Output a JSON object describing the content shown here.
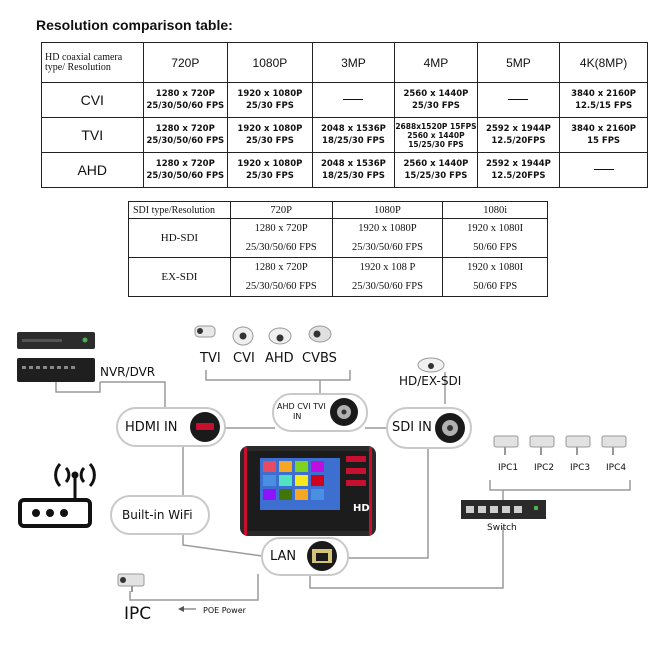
{
  "heading": "Resolution comparison table:",
  "table1": {
    "corner": [
      "HD coaxial camera",
      "type/ Resolution"
    ],
    "columns": [
      "720P",
      "1080P",
      "3MP",
      "4MP",
      "5MP",
      "4K(8MP)"
    ],
    "rows": [
      {
        "label": "CVI",
        "cells": [
          [
            "1280 x 720P",
            "25/30/50/60 FPS"
          ],
          [
            "1920 x 1080P",
            "25/30 FPS"
          ],
          [],
          [
            "2560 x 1440P",
            "25/30 FPS"
          ],
          [],
          [
            "3840 x 2160P",
            "12.5/15 FPS"
          ]
        ]
      },
      {
        "label": "TVI",
        "cells": [
          [
            "1280 x 720P",
            "25/30/50/60 FPS"
          ],
          [
            "1920 x 1080P",
            "25/30 FPS"
          ],
          [
            "2048 x 1536P",
            "18/25/30 FPS"
          ],
          [
            "2688x1520P 15FPS",
            "2560 x 1440P",
            "15/25/30 FPS"
          ],
          [
            "2592 x 1944P",
            "12.5/20FPS"
          ],
          [
            "3840 x 2160P",
            "15 FPS"
          ]
        ]
      },
      {
        "label": "AHD",
        "cells": [
          [
            "1280 x 720P",
            "25/30/50/60 FPS"
          ],
          [
            "1920 x 1080P",
            "25/30 FPS"
          ],
          [
            "2048 x 1536P",
            "18/25/30 FPS"
          ],
          [
            "2560 x 1440P",
            "15/25/30 FPS"
          ],
          [
            "2592 x 1944P",
            "12.5/20FPS"
          ],
          []
        ]
      }
    ]
  },
  "table2": {
    "corner": "SDI type/Resolution",
    "columns": [
      "720P",
      "1080P",
      "1080i"
    ],
    "rows": [
      {
        "label": "HD-SDI",
        "cells": [
          [
            "1280 x 720P",
            "25/30/50/60 FPS"
          ],
          [
            "1920 x 1080P",
            "25/30/50/60 FPS"
          ],
          [
            "1920 x 1080I",
            "50/60 FPS"
          ]
        ]
      },
      {
        "label": "EX-SDI",
        "cells": [
          [
            "1280 x 720P",
            "25/30/50/60 FPS"
          ],
          [
            "1920 x 108 P",
            "25/30/50/60 FPS"
          ],
          [
            "1920 x 1080I",
            "50/60 FPS"
          ]
        ]
      }
    ]
  },
  "diagram": {
    "nvr_label": "NVR/DVR",
    "camera_types": [
      "TVI",
      "CVI",
      "AHD",
      "CVBS"
    ],
    "sdi_camera_label": "HD/EX-SDI",
    "hdmi_label": "HDMI IN",
    "analog_in_label": [
      "AHD CVI TVI",
      "IN"
    ],
    "sdi_label": "SDI IN",
    "wifi_label": "Built-in WiFi",
    "lan_label": "LAN",
    "ipc_labels": [
      "IPC1",
      "IPC2",
      "IPC3",
      "IPC4"
    ],
    "switch_label": "Switch",
    "ipc_label": "IPC",
    "poe_label": "POE Power",
    "device_badge": "HD",
    "colors": {
      "accent": "#c8102e",
      "line": "#9a9a9a",
      "box": "#cccccc"
    }
  }
}
